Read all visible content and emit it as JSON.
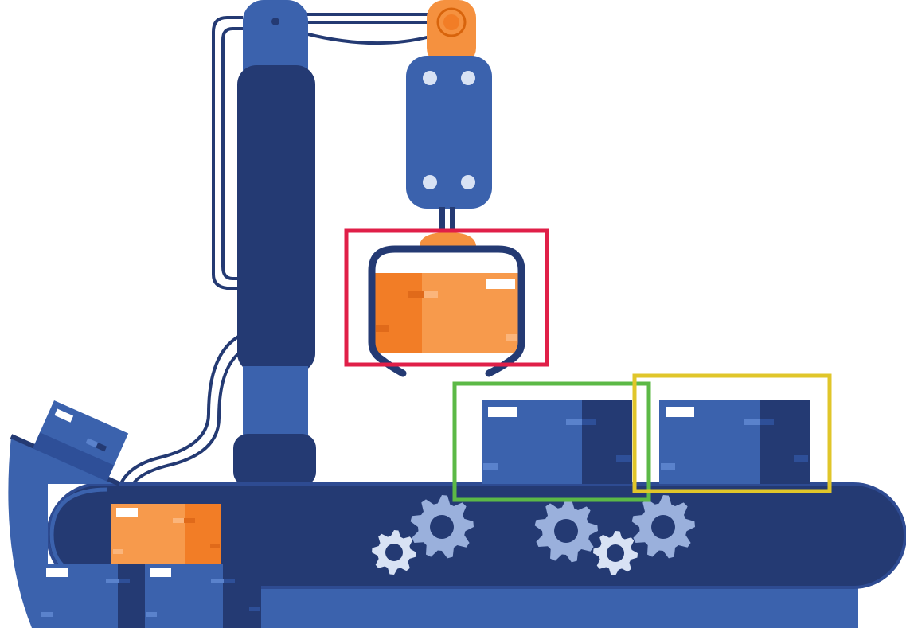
{
  "scene": {
    "subject": "robotic-arm-packaging-line",
    "colors": {
      "background": "#ffffff",
      "arm_blue": "#3b62ad",
      "arm_dark": "#243a73",
      "conveyor_dark": "#243a73",
      "box_orange_light": "#f79a4c",
      "box_orange_dark": "#f27d26",
      "box_blue_light": "#3a62ad",
      "box_blue_dark": "#243a73",
      "gear_light": "#9ab0dc",
      "gear_pale": "#d8e2f4",
      "joint_orange": "#f5913f"
    }
  },
  "annotations": [
    {
      "label": "",
      "color": "#e01f48",
      "target": "gripped-orange-box"
    },
    {
      "label": "",
      "color": "#5cb946",
      "target": "blue-box-1"
    },
    {
      "label": "",
      "color": "#e0c62a",
      "target": "blue-box-2"
    }
  ]
}
